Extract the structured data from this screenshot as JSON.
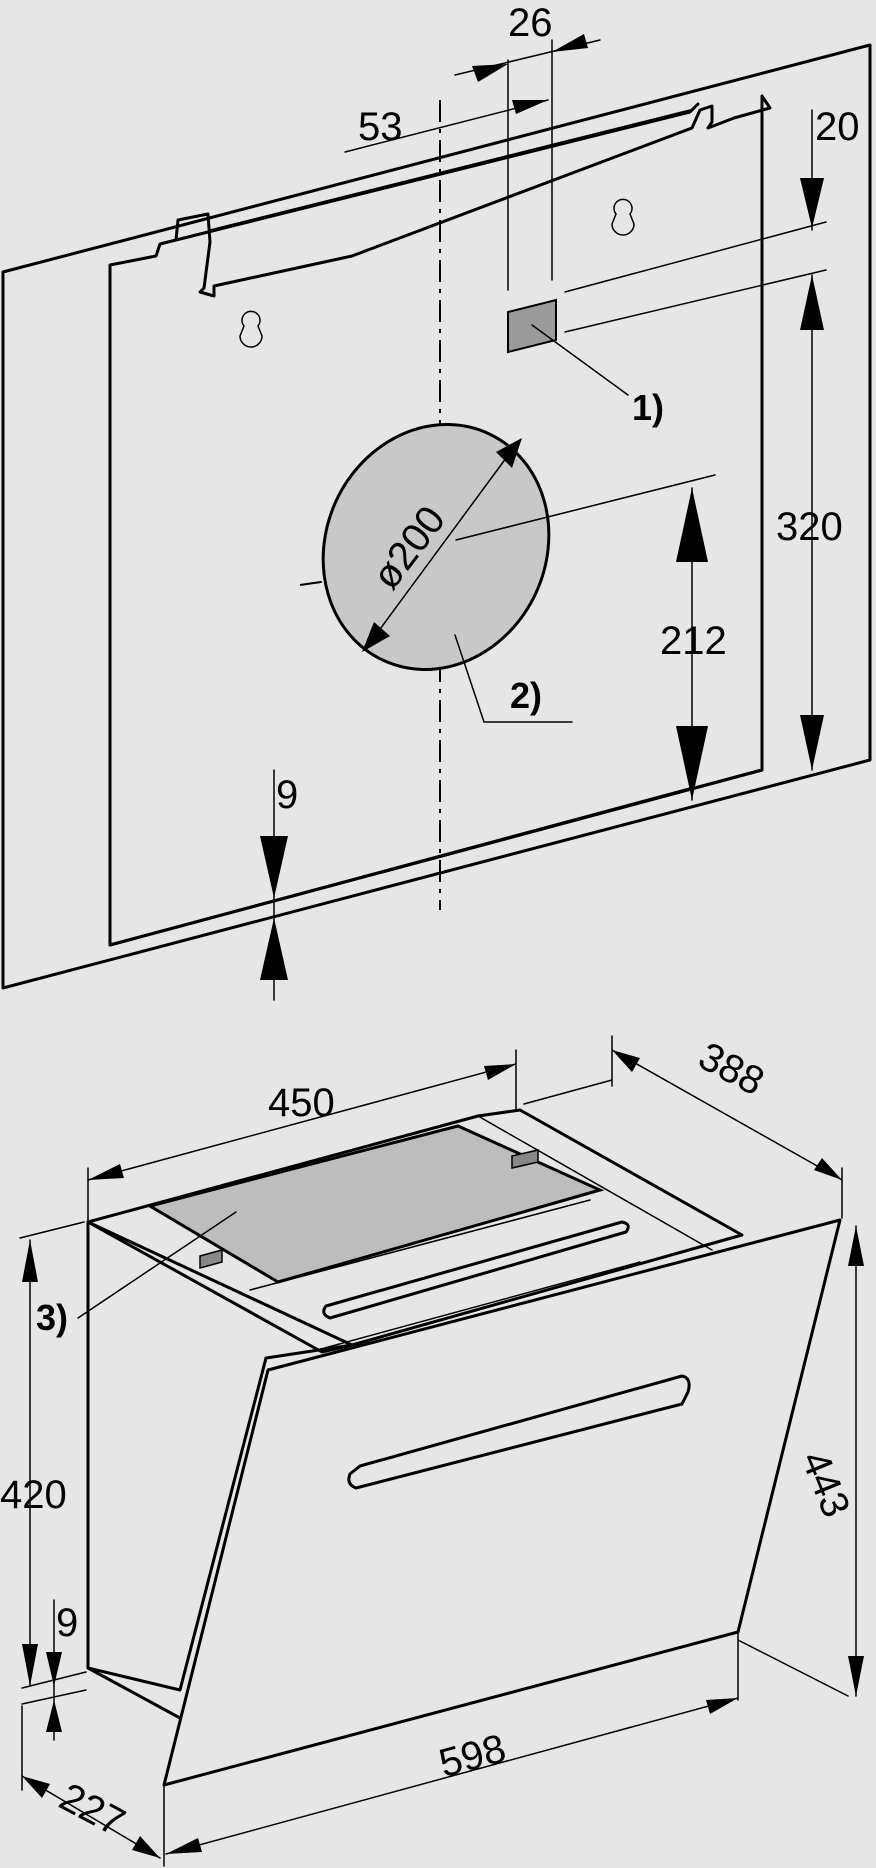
{
  "colors": {
    "background": "#e6e6e6",
    "line": "#000000",
    "duct_fill": "#c8c8c8",
    "filter_fill": "#bdbdbd",
    "connector_fill": "#9a9a9a",
    "appliance_side": "#e4e4e4",
    "appliance_front": "#e9e9e9"
  },
  "wall_mounting": {
    "dim_26": "26",
    "dim_53": "53",
    "dim_20": "20",
    "dim_320": "320",
    "dim_212": "212",
    "dim_9": "9",
    "duct_diameter": "ø200",
    "callout_1": "1)",
    "callout_2": "2)"
  },
  "hood": {
    "dim_450": "450",
    "dim_388": "388",
    "dim_420": "420",
    "dim_443": "443",
    "dim_9": "9",
    "dim_598": "598",
    "dim_227": "227",
    "callout_3": "3)"
  }
}
